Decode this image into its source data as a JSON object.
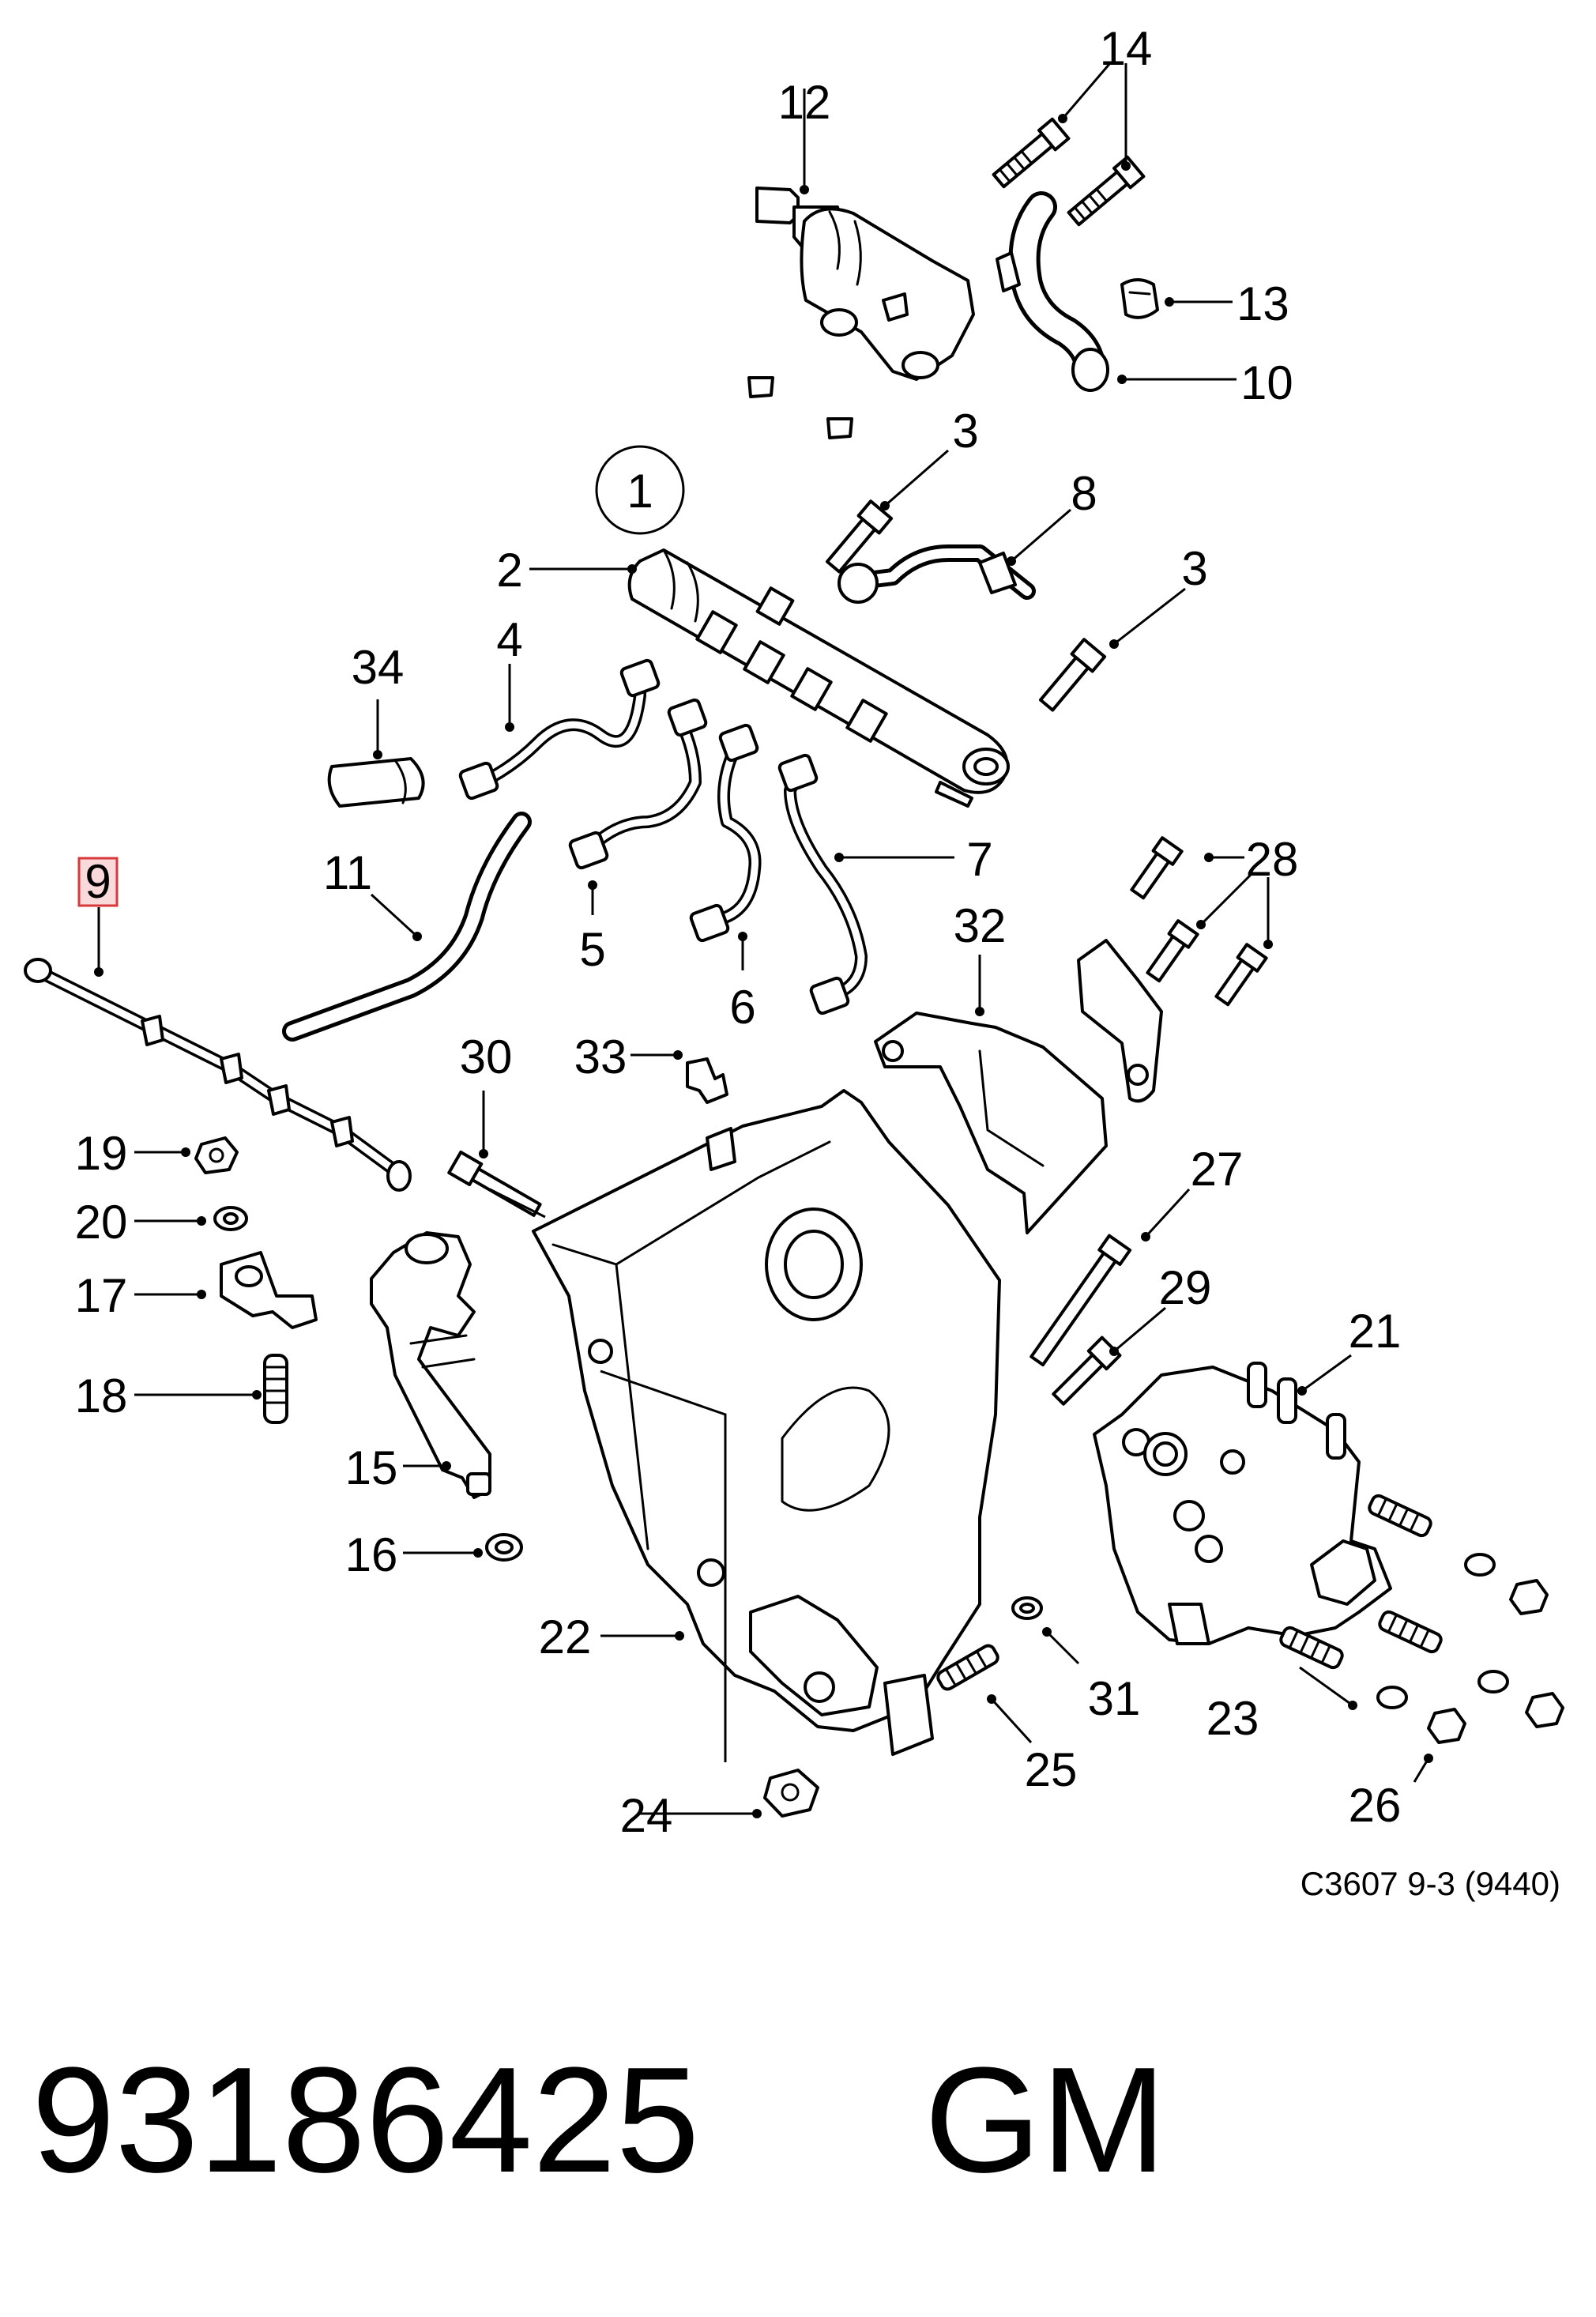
{
  "diagram": {
    "reference": "C3607 9-3 (9440)",
    "group_label": "1",
    "highlighted_callout": "9",
    "callouts": {
      "c2": "2",
      "c3a": "3",
      "c3b": "3",
      "c4": "4",
      "c5": "5",
      "c6": "6",
      "c7": "7",
      "c8": "8",
      "c9": "9",
      "c10": "10",
      "c11": "11",
      "c12": "12",
      "c13": "13",
      "c14": "14",
      "c15": "15",
      "c16": "16",
      "c17": "17",
      "c18": "18",
      "c19": "19",
      "c20": "20",
      "c21": "21",
      "c22": "22",
      "c23": "23",
      "c24": "24",
      "c25": "25",
      "c26": "26",
      "c27": "27",
      "c28": "28",
      "c29": "29",
      "c30": "30",
      "c31": "31",
      "c32": "32",
      "c33": "33",
      "c34": "34"
    },
    "colors": {
      "line": "#000000",
      "highlight_stroke": "#d9383a",
      "highlight_fill": "#f9d9da"
    }
  },
  "part": {
    "number": "93186425",
    "brand": "GM"
  }
}
